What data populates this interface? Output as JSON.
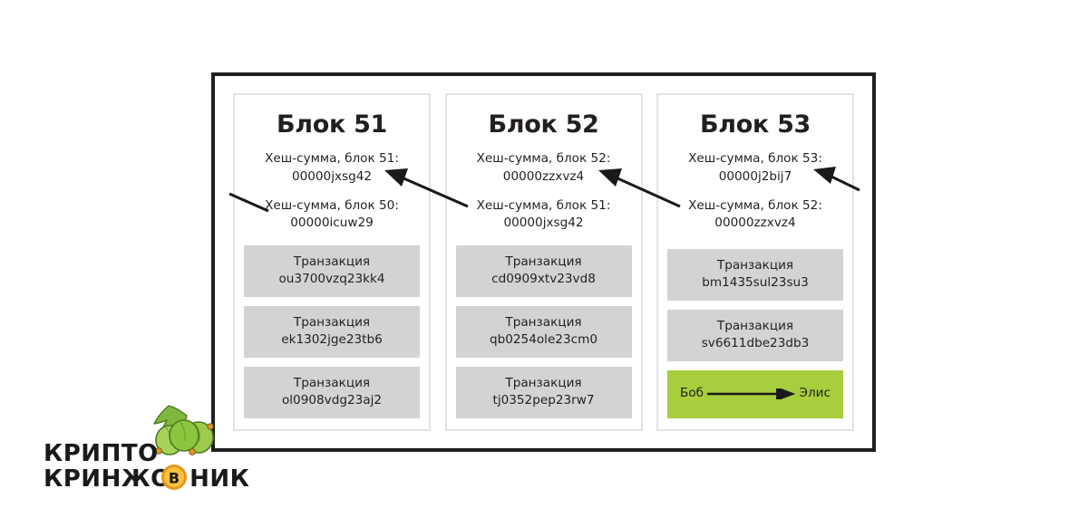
{
  "diagram": {
    "type": "blockchain-chain",
    "blocks": [
      {
        "title": "Блок 51",
        "own_hash_label": "Хеш-сумма, блок 51:",
        "own_hash_value": "00000jxsg42",
        "prev_hash_label": "Хеш-сумма, блок 50:",
        "prev_hash_value": "00000icuw29",
        "transactions": [
          {
            "kind": "Транзакция",
            "id": "ou3700vzq23kk4",
            "highlight": false
          },
          {
            "kind": "Транзакция",
            "id": "ek1302jge23tb6",
            "highlight": false
          },
          {
            "kind": "Транзакция",
            "id": "ol0908vdg23aj2",
            "highlight": false
          }
        ]
      },
      {
        "title": "Блок 52",
        "own_hash_label": "Хеш-сумма, блок 52:",
        "own_hash_value": "00000zzxvz4",
        "prev_hash_label": "Хеш-сумма, блок 51:",
        "prev_hash_value": "00000jxsg42",
        "transactions": [
          {
            "kind": "Транзакция",
            "id": "cd0909xtv23vd8",
            "highlight": false
          },
          {
            "kind": "Транзакция",
            "id": "qb0254ole23cm0",
            "highlight": false
          },
          {
            "kind": "Транзакция",
            "id": "tj0352pep23rw7",
            "highlight": false
          }
        ]
      },
      {
        "title": "Блок 53",
        "own_hash_label": "Хеш-сумма, блок 53:",
        "own_hash_value": "00000j2bij7",
        "prev_hash_label": "Хеш-сумма, блок 52:",
        "prev_hash_value": "00000zzxvz4",
        "transactions": [
          {
            "kind": "Транзакция",
            "id": "bm1435sul23su3",
            "highlight": false
          },
          {
            "kind": "Транзакция",
            "id": "sv6611dbe23db3",
            "highlight": false
          },
          {
            "kind": "Транзакция",
            "id": "",
            "highlight": true,
            "from": "Боб",
            "to": "Элис"
          }
        ]
      }
    ],
    "connectors": [
      {
        "name": "arrow-into-block-51-prev-hash",
        "desc": "tail entering block 51 prev-hash from the left"
      },
      {
        "name": "arrow-block-52-prev-to-block-51-hash",
        "desc": "from block 52 prev-hash up-left to block 51 own hash"
      },
      {
        "name": "arrow-block-53-prev-to-block-52-hash",
        "desc": "from block 53 prev-hash up-left to block 52 own hash"
      },
      {
        "name": "arrow-into-block-53-hash",
        "desc": "arrow entering block 53 own hash from the right"
      }
    ]
  },
  "brand": {
    "line1": "КРИПТО",
    "line2_before": "КРИНЖО",
    "line2_after": "НИК",
    "coin_glyph": "В",
    "berries_icon": "gooseberry-icon"
  },
  "colors": {
    "frame": "#231f20",
    "card_border": "#e2e3e5",
    "transaction_bg": "#d2d3d4",
    "highlight_bg": "#a8ce3e",
    "coin": "#f0a81e",
    "berry": "#8cc63f",
    "text": "#231f20"
  }
}
